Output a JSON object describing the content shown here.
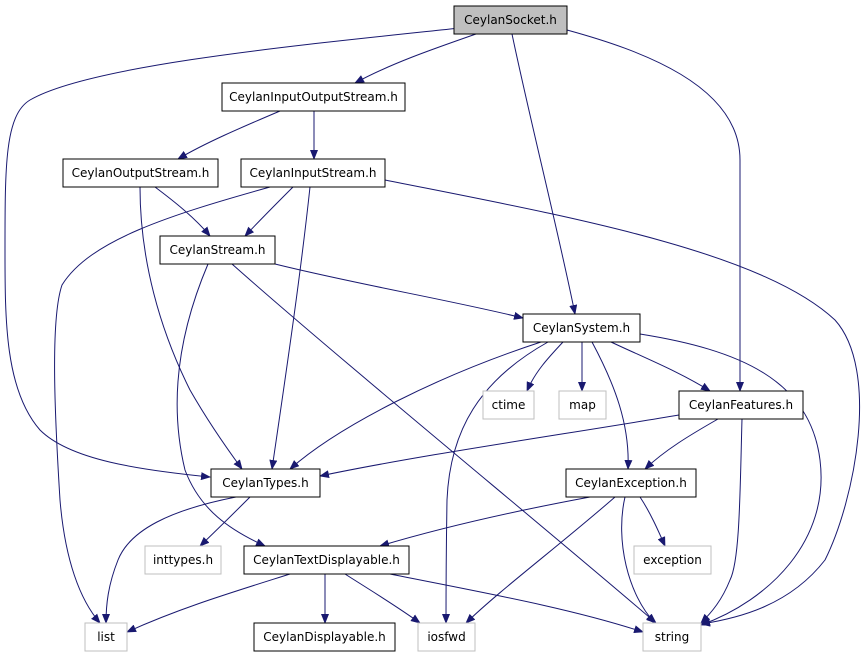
{
  "colors": {
    "edge": "#191970",
    "node_border_project": "#000000",
    "node_border_external": "#bfbfbf",
    "node_fill_root": "#bfbfbf",
    "node_fill": "#ffffff"
  },
  "nodes": [
    {
      "id": "socket",
      "label": "CeylanSocket.h",
      "kind": "root"
    },
    {
      "id": "iostream",
      "label": "CeylanInputOutputStream.h",
      "kind": "project"
    },
    {
      "id": "ostream",
      "label": "CeylanOutputStream.h",
      "kind": "project"
    },
    {
      "id": "istream",
      "label": "CeylanInputStream.h",
      "kind": "project"
    },
    {
      "id": "stream",
      "label": "CeylanStream.h",
      "kind": "project"
    },
    {
      "id": "system",
      "label": "CeylanSystem.h",
      "kind": "project"
    },
    {
      "id": "ctime",
      "label": "ctime",
      "kind": "external"
    },
    {
      "id": "map",
      "label": "map",
      "kind": "external"
    },
    {
      "id": "features",
      "label": "CeylanFeatures.h",
      "kind": "project"
    },
    {
      "id": "types",
      "label": "CeylanTypes.h",
      "kind": "project"
    },
    {
      "id": "exception",
      "label": "CeylanException.h",
      "kind": "project"
    },
    {
      "id": "inttypes",
      "label": "inttypes.h",
      "kind": "external"
    },
    {
      "id": "textdisp",
      "label": "CeylanTextDisplayable.h",
      "kind": "project"
    },
    {
      "id": "exc",
      "label": "exception",
      "kind": "external"
    },
    {
      "id": "list",
      "label": "list",
      "kind": "external"
    },
    {
      "id": "displayable",
      "label": "CeylanDisplayable.h",
      "kind": "project"
    },
    {
      "id": "iosfwd",
      "label": "iosfwd",
      "kind": "external"
    },
    {
      "id": "string",
      "label": "string",
      "kind": "external"
    }
  ],
  "edges": [
    [
      "socket",
      "iostream"
    ],
    [
      "socket",
      "types"
    ],
    [
      "socket",
      "system"
    ],
    [
      "socket",
      "features"
    ],
    [
      "iostream",
      "ostream"
    ],
    [
      "iostream",
      "istream"
    ],
    [
      "ostream",
      "stream"
    ],
    [
      "ostream",
      "types"
    ],
    [
      "istream",
      "stream"
    ],
    [
      "istream",
      "types"
    ],
    [
      "istream",
      "list"
    ],
    [
      "istream",
      "string"
    ],
    [
      "stream",
      "system"
    ],
    [
      "stream",
      "textdisp"
    ],
    [
      "stream",
      "string"
    ],
    [
      "system",
      "ctime"
    ],
    [
      "system",
      "map"
    ],
    [
      "system",
      "features"
    ],
    [
      "system",
      "types"
    ],
    [
      "system",
      "exception"
    ],
    [
      "system",
      "iosfwd"
    ],
    [
      "system",
      "string"
    ],
    [
      "features",
      "types"
    ],
    [
      "features",
      "exception"
    ],
    [
      "features",
      "string"
    ],
    [
      "types",
      "inttypes"
    ],
    [
      "types",
      "list"
    ],
    [
      "exception",
      "textdisp"
    ],
    [
      "exception",
      "exc"
    ],
    [
      "exception",
      "iosfwd"
    ],
    [
      "exception",
      "string"
    ],
    [
      "textdisp",
      "list"
    ],
    [
      "textdisp",
      "displayable"
    ],
    [
      "textdisp",
      "iosfwd"
    ],
    [
      "textdisp",
      "string"
    ]
  ]
}
